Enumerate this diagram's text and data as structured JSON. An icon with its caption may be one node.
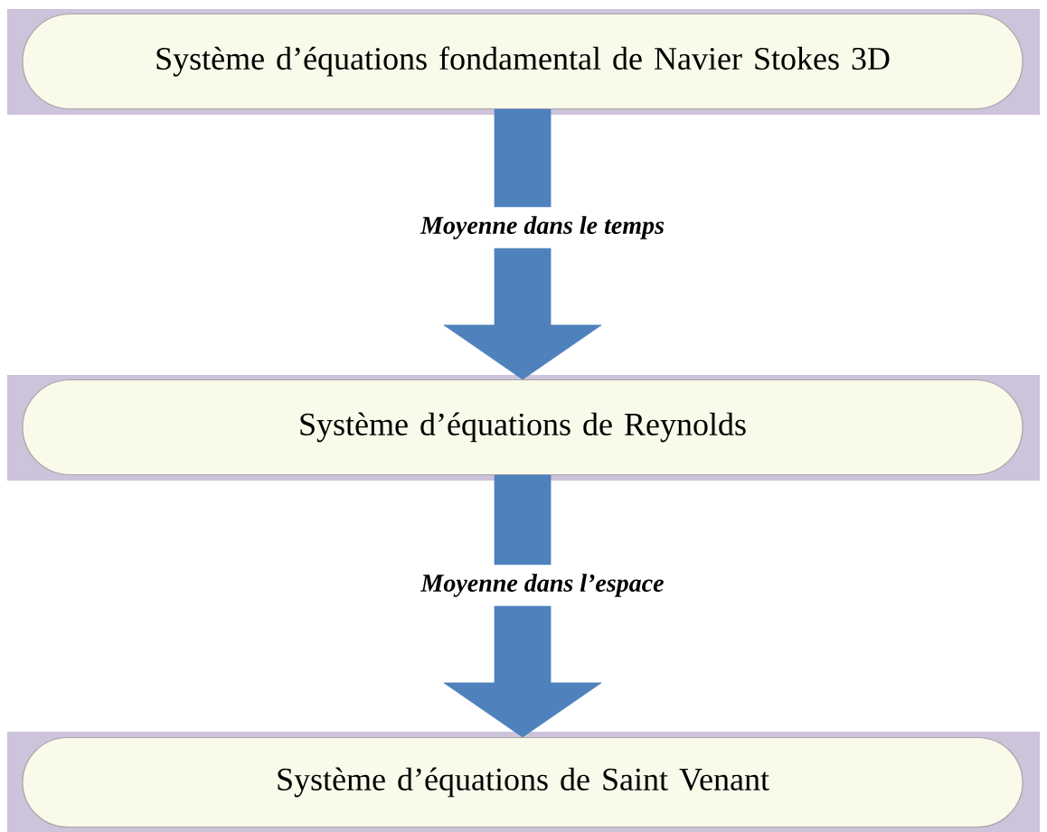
{
  "diagram": {
    "nodes": [
      {
        "text": [
          "Système d’équations fondamental de Navier Stokes 3D"
        ]
      },
      {
        "text": [
          "Système d’équations de Reynolds"
        ]
      },
      {
        "text": [
          "Système d’équations de Saint Venant"
        ]
      }
    ],
    "edges": [
      {
        "from": 0,
        "to": 1,
        "arrow": "to",
        "label": "Moyenne dans le temps"
      },
      {
        "from": 1,
        "to": 2,
        "arrow": "to",
        "label": "Moyenne dans l’espace"
      }
    ]
  }
}
